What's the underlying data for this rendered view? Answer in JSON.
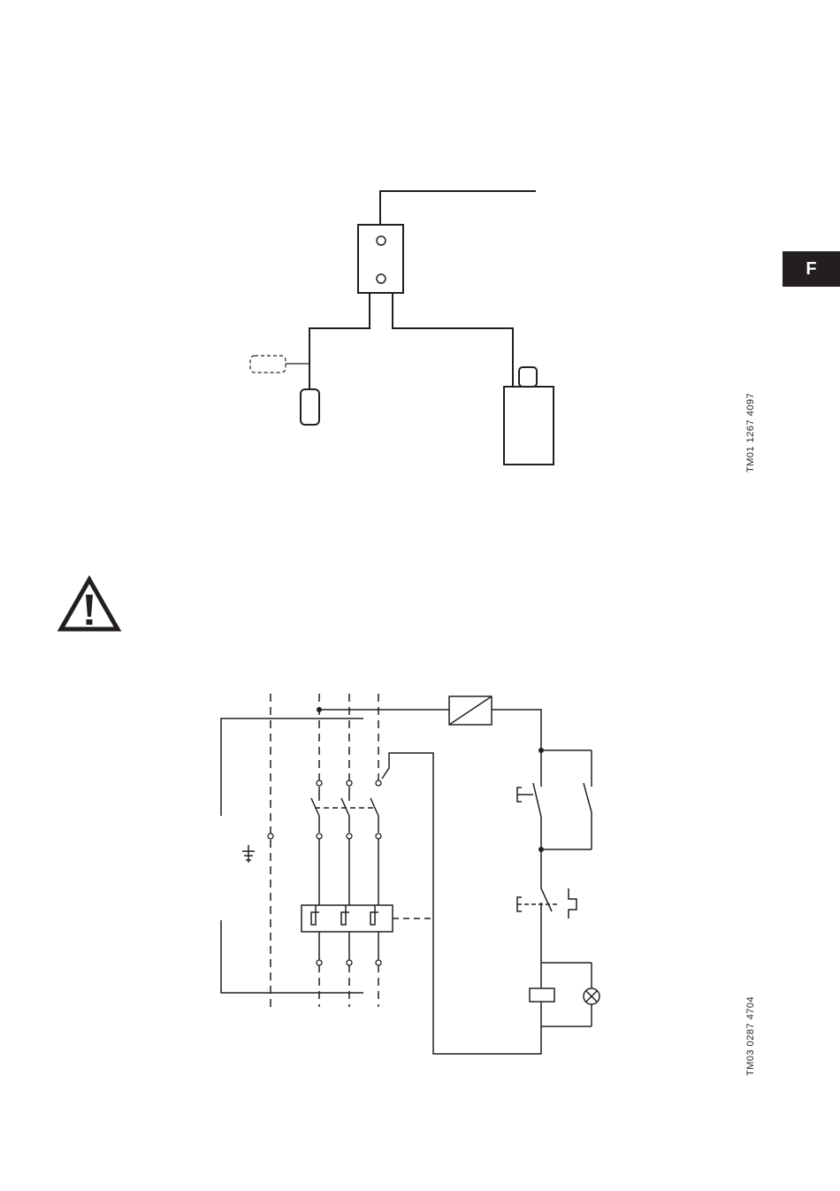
{
  "page": {
    "section_tab": "F"
  },
  "figures": [
    {
      "code": "TM01 1267 4097",
      "kind": "wiring-layout"
    },
    {
      "kind": "warning-symbol",
      "icon": "warning-triangle-icon"
    },
    {
      "code": "TM03 0287 4704",
      "kind": "motor-starter-circuit"
    }
  ],
  "colors": {
    "line": "#231f20",
    "tab_background": "#231f20",
    "tab_text": "#ffffff"
  }
}
